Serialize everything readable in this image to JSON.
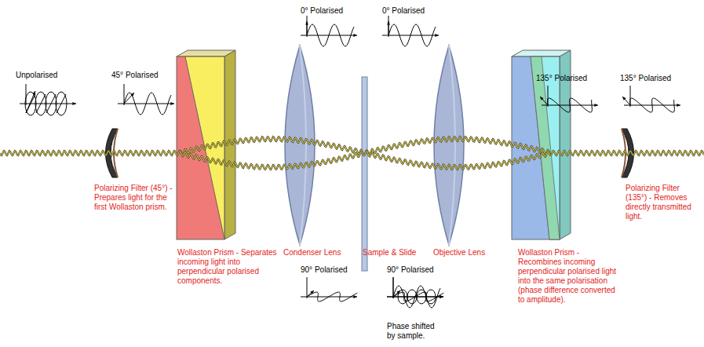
{
  "diagram": {
    "labels": [
      "Unpolarised",
      "45° Polarised",
      "0° Polarised",
      "0° Polarised",
      "135° Polarised",
      "135° Polarised",
      "Polarizing Filter (45°) - Prepares light for the first Wollaston prism.",
      "Wollaston Prism - Separates incoming light into perpendicular polarised components.",
      "Condenser Lens",
      "Sample & Slide",
      "Objective Lens",
      "Wollaston Prism - Recombines incoming perpendicular polarised light into the same polarisation (phase difference converted to amplitude).",
      "Polarizing Filter (135°) - Removes directly transmitted light.",
      "90° Polarised",
      "90° Polarised",
      "Phase shifted by sample."
    ]
  }
}
